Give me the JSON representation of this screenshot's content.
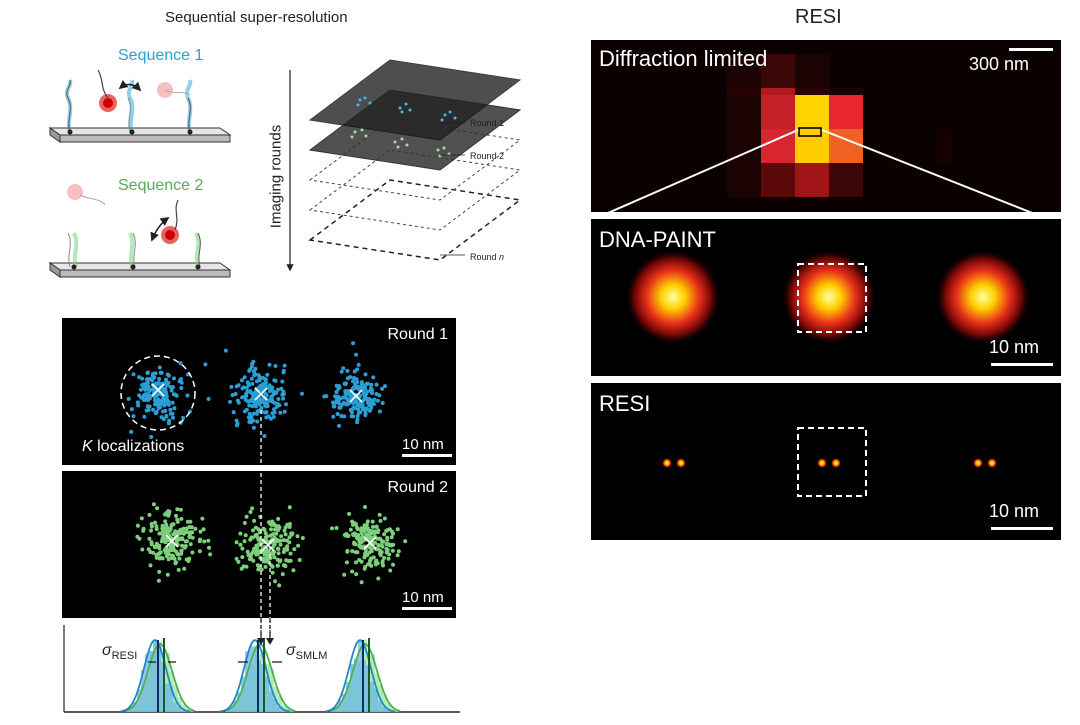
{
  "left_title": "Sequential super-resolution",
  "right_title": "RESI",
  "schematic": {
    "seq1_label": "Sequence 1",
    "seq2_label": "Sequence 2",
    "imaging_rounds_label": "Imaging rounds",
    "round1_label": "Round 1",
    "round2_label": "Round 2",
    "roundn_label": "Round",
    "roundn_italic": "n"
  },
  "localization_panels": {
    "round1": {
      "label": "Round 1",
      "scalebar": "10 nm",
      "k_label_italic": "K",
      "k_label": " localizations"
    },
    "round2": {
      "label": "Round 2",
      "scalebar": "10 nm"
    }
  },
  "histogram": {
    "sigma_resi_base": "σ",
    "sigma_resi_sub": "RESI",
    "sigma_smlm_base": "σ",
    "sigma_smlm_sub": "SMLM"
  },
  "right_panels": {
    "diffraction": {
      "label": "Diffraction limited",
      "scalebar": "300 nm"
    },
    "dnapaint": {
      "label": "DNA-PAINT",
      "scalebar": "10 nm"
    },
    "resi": {
      "label": "RESI",
      "scalebar": "10 nm"
    }
  },
  "colors": {
    "blue": "#2a9fd6",
    "green": "#7ccf7c",
    "hot_red": "#d0202a",
    "hot_yellow": "#ffd200"
  }
}
